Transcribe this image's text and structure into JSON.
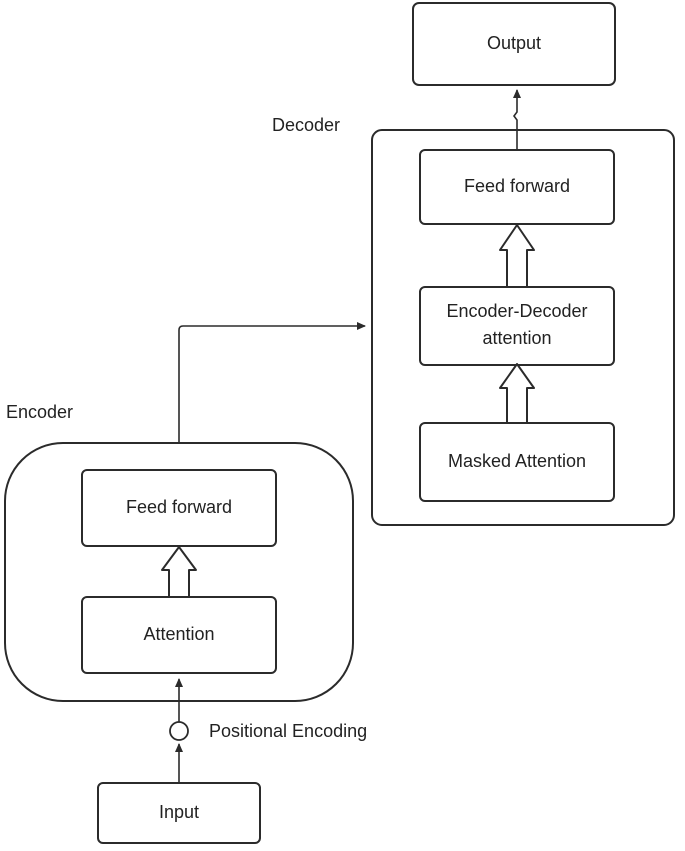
{
  "encoder": {
    "label": "Encoder",
    "feed_forward": "Feed forward",
    "attention": "Attention"
  },
  "decoder": {
    "label": "Decoder",
    "feed_forward": "Feed forward",
    "enc_dec_attention_line1": "Encoder-Decoder",
    "enc_dec_attention_line2": "attention",
    "masked_attention": "Masked Attention"
  },
  "input": {
    "label": "Input"
  },
  "output": {
    "label": "Output"
  },
  "positional_encoding": {
    "label": "Positional Encoding"
  }
}
